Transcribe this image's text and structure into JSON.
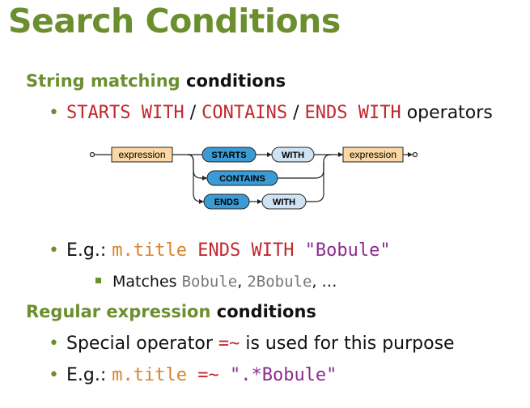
{
  "title": "Search Conditions",
  "section1": {
    "heading_green": "String matching",
    "heading_black": "conditions"
  },
  "b1": {
    "starts_with": "STARTS WITH",
    "sep1": " / ",
    "contains": "CONTAINS",
    "sep2": " / ",
    "ends_with": "ENDS WITH",
    "suffix": " operators"
  },
  "diagram": {
    "expr_left": "expression",
    "starts": "STARTS",
    "with1": "WITH",
    "contains": "CONTAINS",
    "ends": "ENDS",
    "with2": "WITH",
    "expr_right": "expression"
  },
  "b2": {
    "prefix": "E.g.: ",
    "var": "m.title",
    "op": " ENDS WITH ",
    "str": "\"Bobule\""
  },
  "b2sub": {
    "prefix": "Matches ",
    "v1": "Bobule",
    "sep": ", ",
    "v2": "2Bobule",
    "suffix": ", …"
  },
  "section2": {
    "heading_green": "Regular expression",
    "heading_black": "conditions"
  },
  "b3": {
    "prefix": "Special operator ",
    "op": "=~",
    "suffix": " is used for this purpose"
  },
  "b4": {
    "prefix": "E.g.: ",
    "var": "m.title",
    "op": " =~ ",
    "str": "\".*Bobule\""
  },
  "colors": {
    "green": "#6b8f2e",
    "red": "#c0282d",
    "orange": "#d9822b",
    "purple": "#8b2c8f",
    "blue": "#3a9bd5",
    "light_blue": "#cfe3f5",
    "beige": "#fbd7a3"
  }
}
